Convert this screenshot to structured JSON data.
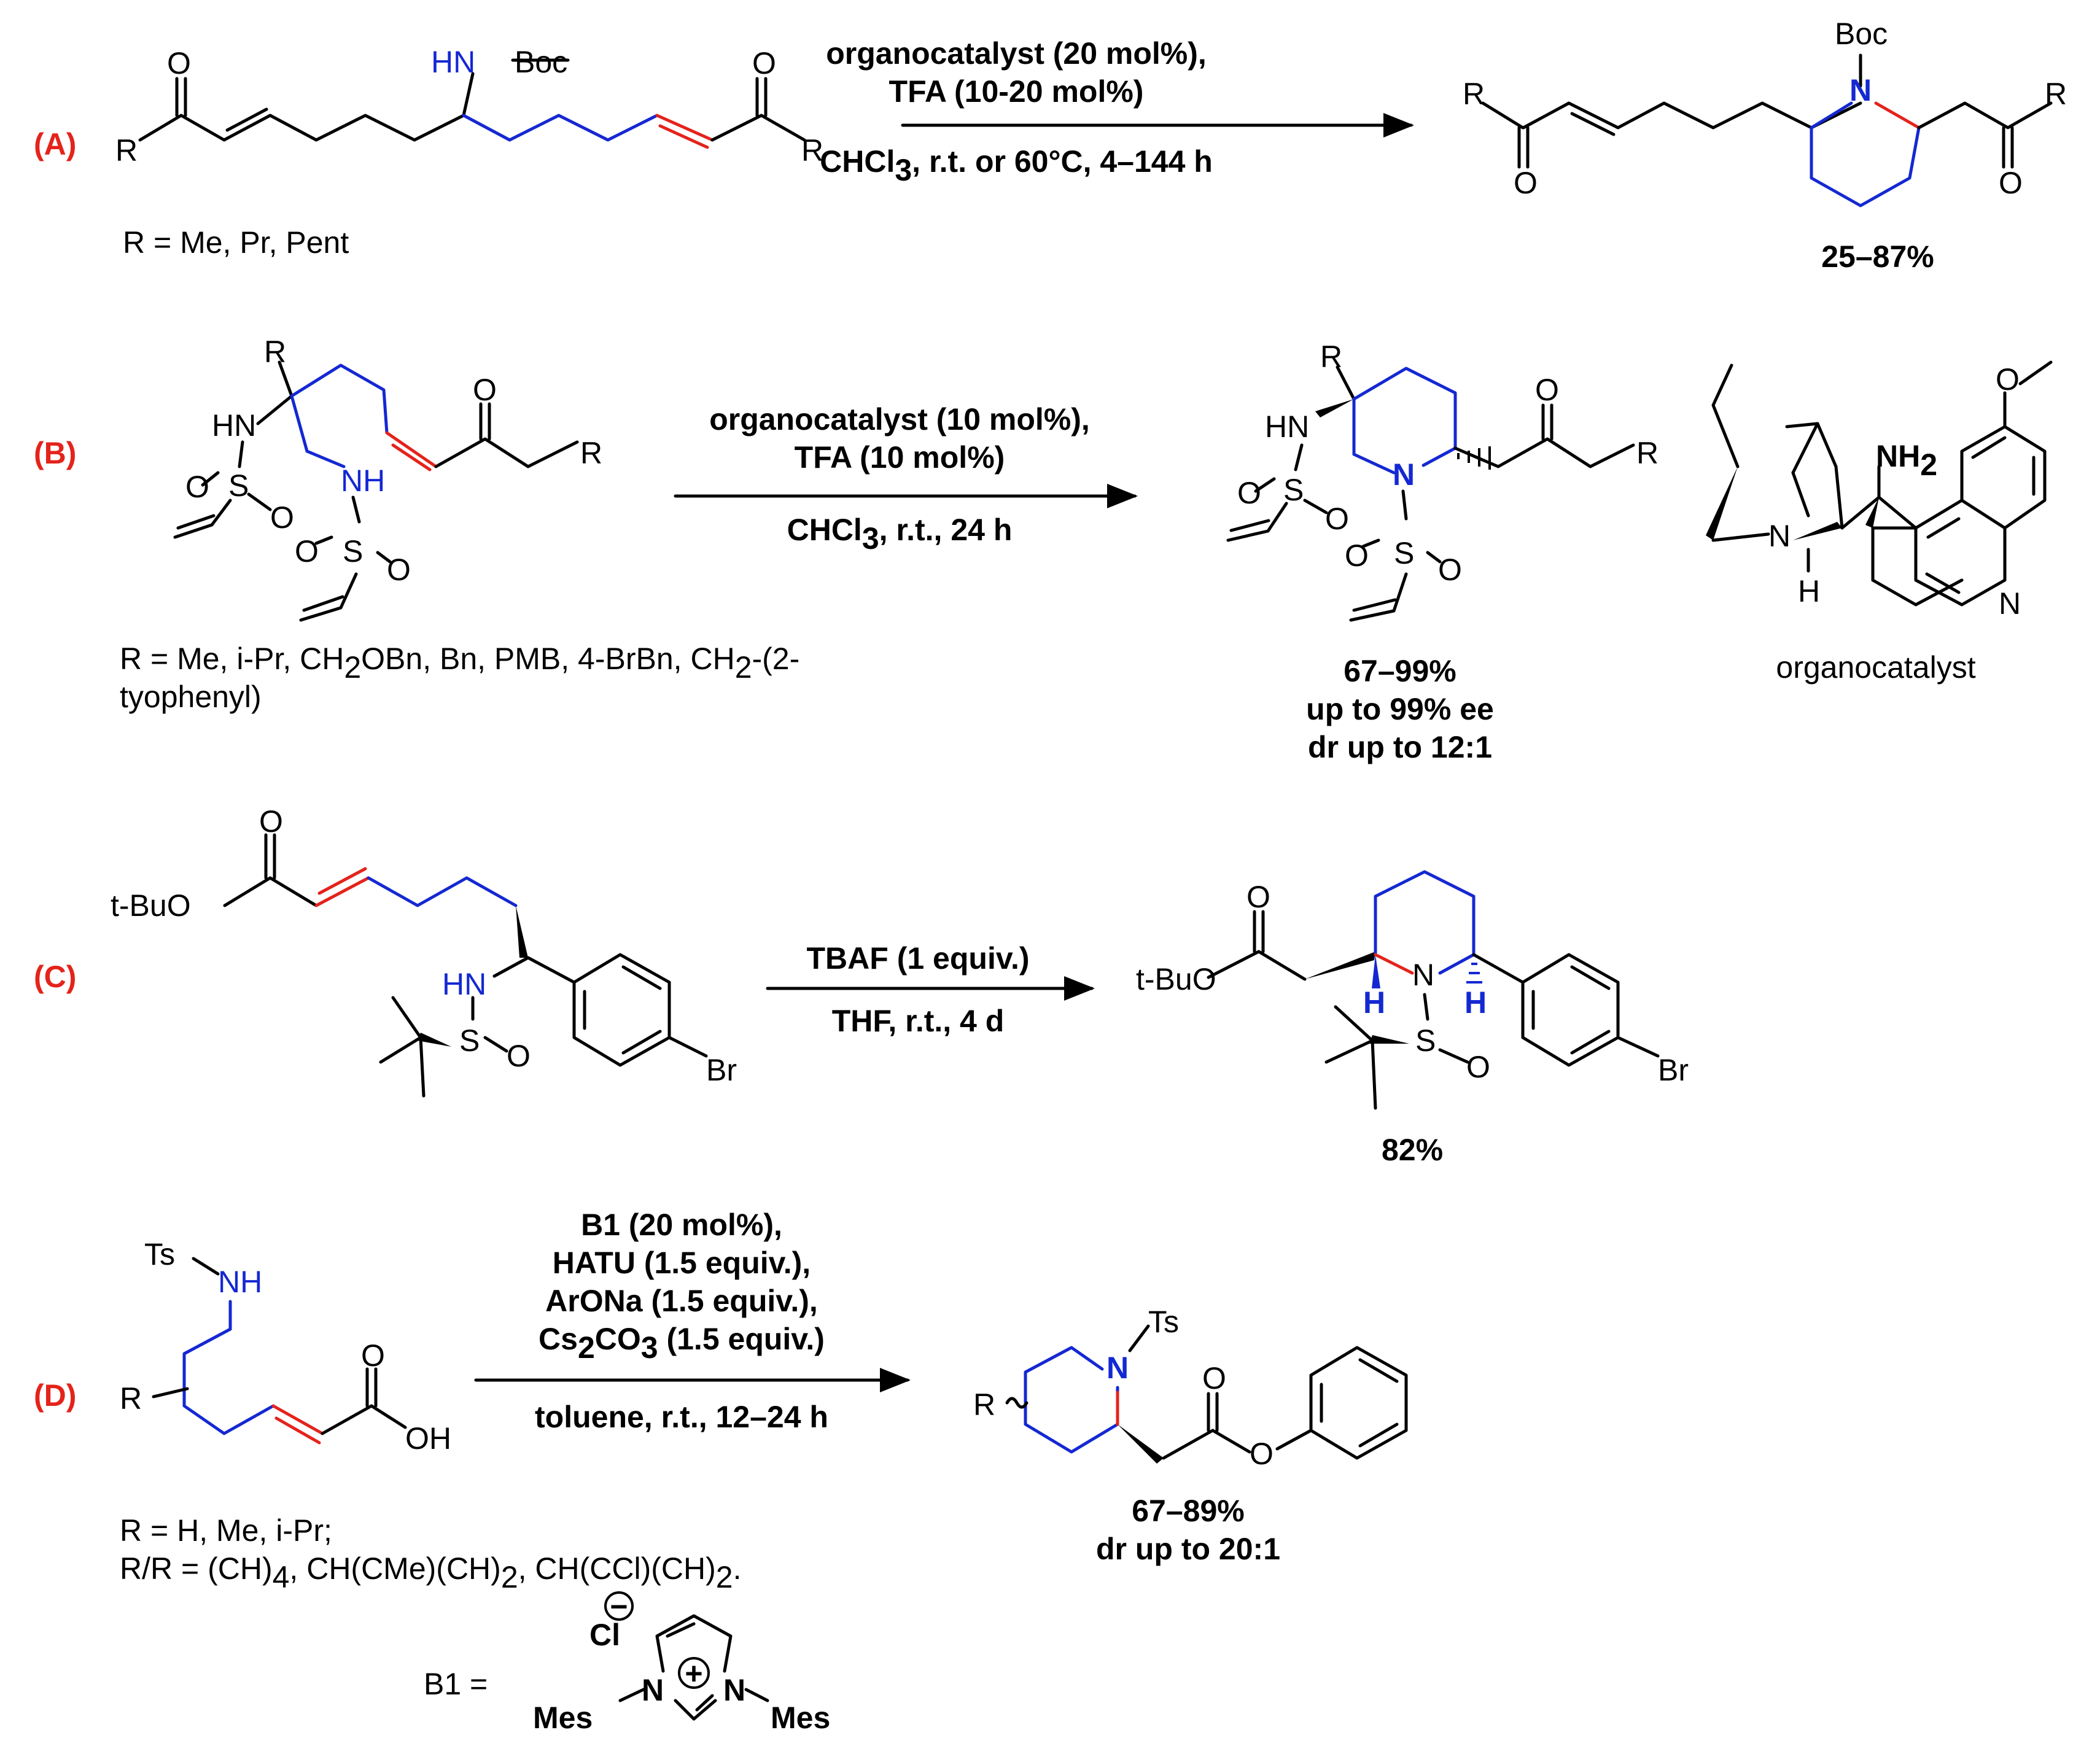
{
  "labels": {
    "a": "(A)",
    "b": "(B)",
    "c": "(C)",
    "d": "(D)"
  },
  "atoms": {
    "o": "O",
    "r": "R",
    "n": "N",
    "hn": "HN",
    "nh": "NH",
    "h": "H",
    "s": "S",
    "boc": "Boc",
    "ts": "Ts",
    "br": "Br",
    "tbuo": "t-BuO",
    "oh": "OH",
    "cl": "Cl",
    "mes": "Mes",
    "nh2": "NH",
    "two": "2",
    "charge_minus": "−",
    "charge_plus": "+"
  },
  "a": {
    "cond_top1": "organocatalyst (20 mol%),",
    "cond_top2": "TFA (10-20 mol%)",
    "cond_bot_a": "CHCl",
    "cond_bot_sub": "3",
    "cond_bot_b": ", r.t. or 60°C, 4–144 h",
    "r_label": "R",
    "r_def": " = Me, Pr, Pent",
    "yield": "25–87%"
  },
  "b": {
    "cond_top1": "organocatalyst (10 mol%),",
    "cond_top2": "TFA (10 mol%)",
    "cond_bot_a": "CHCl",
    "cond_bot_sub": "3",
    "cond_bot_b": ", r.t., 24 h",
    "r_label": "R",
    "r_def_a": " = Me, i-Pr, CH",
    "r_def_sub1": "2",
    "r_def_b": "OBn, Bn, PMB, 4-BrBn, CH",
    "r_def_sub2": "2",
    "r_def_c": "-(2-",
    "r_def_line2": "tyophenyl)",
    "yield1": "67–99%",
    "yield2": "up to 99% ee",
    "yield3": "dr up to 12:1",
    "catalyst_label": "organocatalyst"
  },
  "c": {
    "cond_top": "TBAF (1 equiv.)",
    "cond_bot": "THF, r.t., 4 d",
    "yield": "82%"
  },
  "d": {
    "cond1": "B1 (20 mol%),",
    "cond2": "HATU (1.5 equiv.),",
    "cond3": "ArONa (1.5 equiv.),",
    "cond4_a": "Cs",
    "cond4_sub1": "2",
    "cond4_b": "CO",
    "cond4_sub2": "3",
    "cond4_c": " (1.5 equiv.)",
    "cond_bot": "toluene, r.t., 12–24 h",
    "r_line1_label": "R",
    "r_line1_def": " = H, Me, i-Pr;",
    "r_line2_label": "R/R",
    "r_line2_a": " = (CH)",
    "r_line2_sub1": "4",
    "r_line2_b": ", CH(CMe)(CH)",
    "r_line2_sub2": "2",
    "r_line2_c": ", CH(CCl)(CH)",
    "r_line2_sub3": "2",
    "r_line2_d": ".",
    "yield1": "67–89%",
    "yield2": "dr up to 20:1",
    "b1_label": "B1 ="
  }
}
